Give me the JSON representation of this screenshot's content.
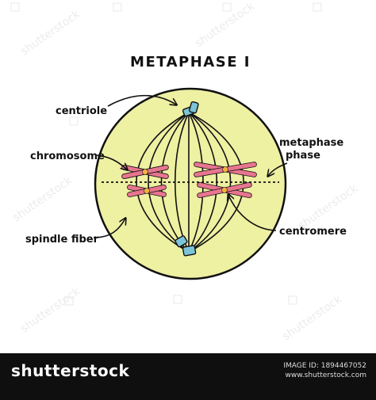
{
  "title": "METAPHASE I",
  "labels": {
    "centriole": "centriole",
    "chromosome": "chromosome",
    "spindle_fiber": "spindle fiber",
    "metaphase_phase_line1": "metaphase",
    "metaphase_phase_line2": "phase",
    "centromere": "centromere"
  },
  "watermark": "shutterstock",
  "colors": {
    "cell_fill": "#eef0a2",
    "cell_stroke": "#111111",
    "chromosome": "#e8758f",
    "centromere": "#f2b23c",
    "centriole": "#7cc4d8"
  },
  "footer": {
    "brand": "shutterstock",
    "image_id": "IMAGE ID: 1894467052",
    "site": "www.shutterstock.com"
  }
}
